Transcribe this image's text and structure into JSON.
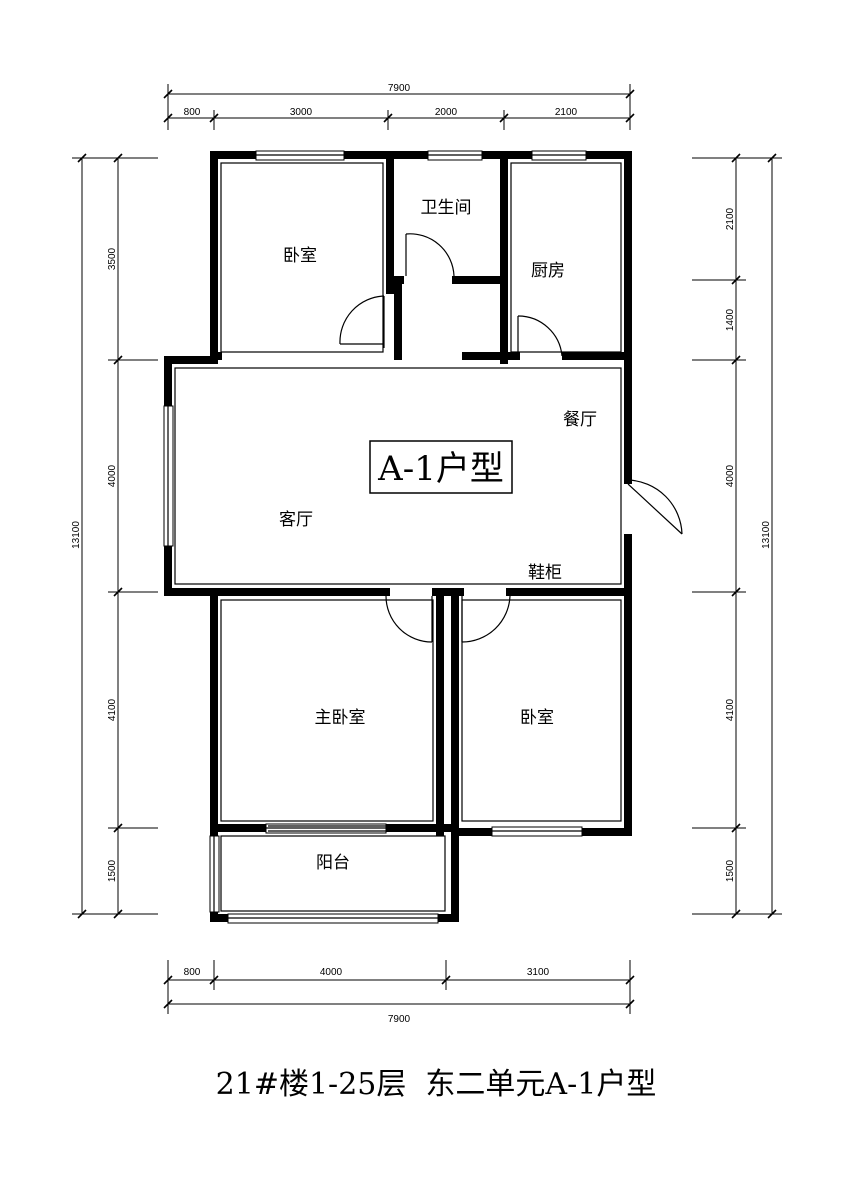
{
  "rooms": {
    "bedroom_nw": "卧室",
    "bathroom": "卫生间",
    "kitchen": "厨房",
    "dining": "餐厅",
    "living": "客厅",
    "shoe_cabinet": "鞋柜",
    "master_bedroom": "主卧室",
    "bedroom_se": "卧室",
    "balcony": "阳台"
  },
  "unit_label": "A-1户型",
  "caption": "21#楼1-25层  东二单元A-1户型",
  "dimensions": {
    "top": {
      "total": "7900",
      "segments": [
        "800",
        "3000",
        "2000",
        "2100"
      ]
    },
    "bottom": {
      "total": "7900",
      "segments": [
        "800",
        "4000",
        "3100"
      ]
    },
    "left": {
      "total": "13100",
      "segments": [
        "3500",
        "4000",
        "4100",
        "1500"
      ]
    },
    "right": {
      "total": "13100",
      "segments": [
        "2100",
        "1400",
        "4000",
        "4100",
        "1500"
      ]
    }
  }
}
